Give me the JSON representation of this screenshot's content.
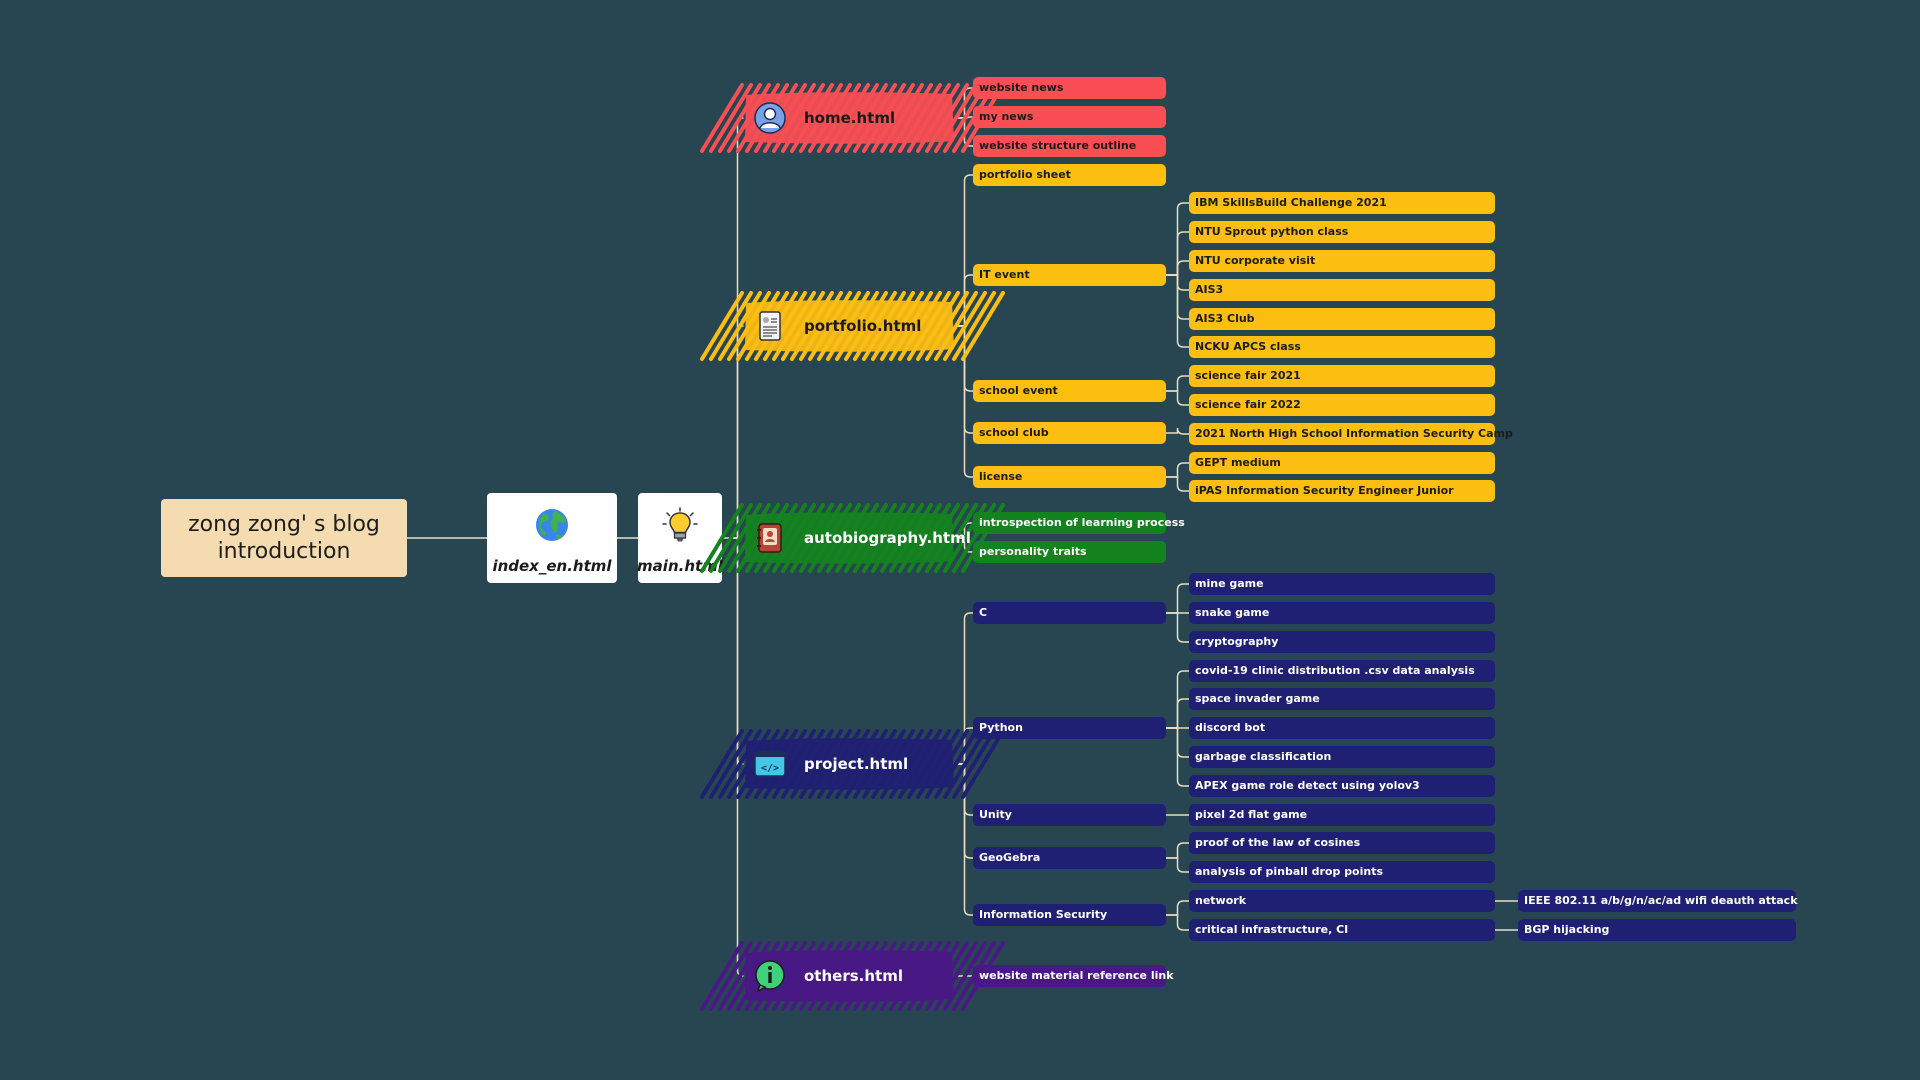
{
  "root": {
    "line1": "zong zong' s blog",
    "line2": "introduction"
  },
  "index_card": {
    "label": "index_en.html",
    "icon": "globe-icon"
  },
  "main_card": {
    "label": "main.html",
    "icon": "lightbulb-icon"
  },
  "colors": {
    "background": "#284652",
    "connector": "#e8dcc0",
    "home": "#f94f54",
    "portfolio": "#fdbe12",
    "autobiography": "#14821e",
    "project": "#1f2073",
    "others": "#4a1787"
  },
  "branches": [
    {
      "id": "home",
      "label": "home.html",
      "icon": "user-avatar-icon",
      "children": [
        {
          "label": "website news"
        },
        {
          "label": "my news"
        },
        {
          "label": "website structure outline"
        }
      ]
    },
    {
      "id": "portfolio",
      "label": "portfolio.html",
      "icon": "document-icon",
      "children": [
        {
          "label": "portfolio sheet"
        },
        {
          "label": "IT event",
          "children": [
            {
              "label": "IBM SkillsBuild Challenge 2021"
            },
            {
              "label": "NTU Sprout python class"
            },
            {
              "label": "NTU corporate visit"
            },
            {
              "label": "AIS3"
            },
            {
              "label": "AIS3 Club"
            },
            {
              "label": "NCKU APCS class"
            }
          ]
        },
        {
          "label": "school event",
          "children": [
            {
              "label": "science fair 2021"
            },
            {
              "label": "science fair 2022"
            }
          ]
        },
        {
          "label": "school club",
          "children": [
            {
              "label": "2021 North High School Information Security Camp"
            }
          ]
        },
        {
          "label": "license",
          "children": [
            {
              "label": "GEPT medium"
            },
            {
              "label": "iPAS Information Security Engineer Junior"
            }
          ]
        }
      ]
    },
    {
      "id": "autobiography",
      "label": "autobiography.html",
      "icon": "notebook-icon",
      "children": [
        {
          "label": "introspection of learning process"
        },
        {
          "label": "personality traits"
        }
      ]
    },
    {
      "id": "project",
      "label": "project.html",
      "icon": "code-window-icon",
      "children": [
        {
          "label": "C",
          "children": [
            {
              "label": "mine game"
            },
            {
              "label": "snake game"
            },
            {
              "label": "cryptography"
            }
          ]
        },
        {
          "label": "Python",
          "children": [
            {
              "label": "covid-19 clinic distribution .csv data analysis"
            },
            {
              "label": "space invader game"
            },
            {
              "label": "discord bot"
            },
            {
              "label": "garbage classification"
            },
            {
              "label": "APEX game role detect using yolov3"
            }
          ]
        },
        {
          "label": "Unity",
          "children": [
            {
              "label": "pixel 2d flat game"
            }
          ]
        },
        {
          "label": "GeoGebra",
          "children": [
            {
              "label": "proof of the law of cosines"
            },
            {
              "label": "analysis of pinball drop points"
            }
          ]
        },
        {
          "label": "Information Security",
          "children": [
            {
              "label": "network",
              "children": [
                {
                  "label": "IEEE 802.11 a/b/g/n/ac/ad wifi deauth attack"
                }
              ]
            },
            {
              "label": "critical infrastructure, CI",
              "children": [
                {
                  "label": "BGP hijacking"
                }
              ]
            }
          ]
        }
      ]
    },
    {
      "id": "others",
      "label": "others.html",
      "icon": "info-bubble-icon",
      "children": [
        {
          "label": "website material reference link"
        }
      ]
    }
  ]
}
